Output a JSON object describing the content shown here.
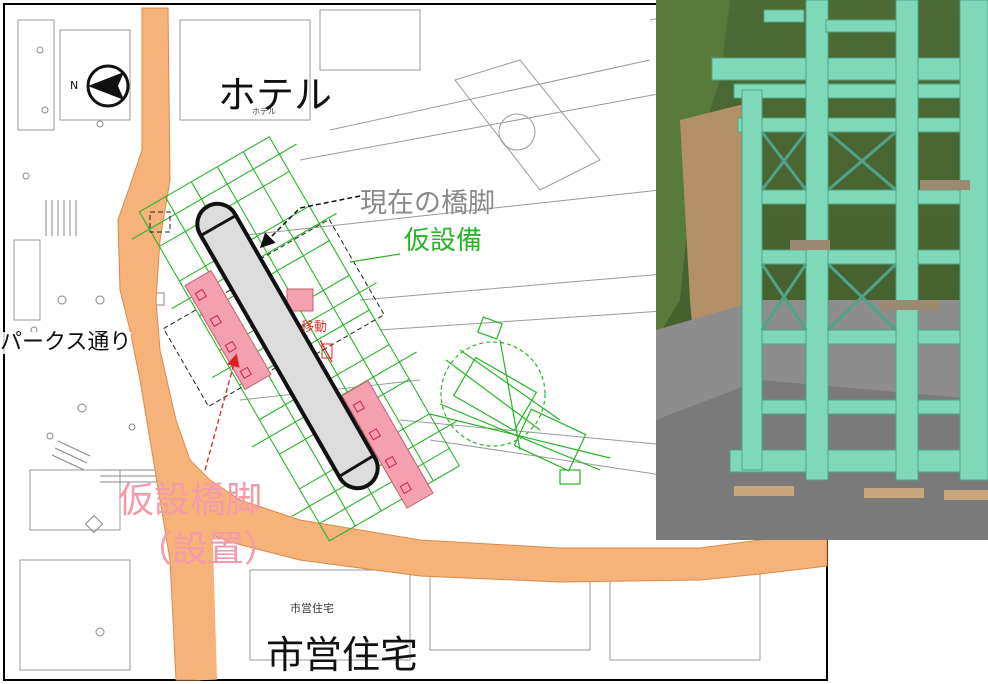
{
  "labels": {
    "hotel": "ホテル",
    "hotel_small": "ホテル",
    "current_pier": "現在の橋脚",
    "temporary_equipment": "仮設備",
    "road": "パークス通り",
    "move": "移動",
    "temporary_pier_line1": "仮設橋脚",
    "temporary_pier_line2": "（設置）",
    "housing_small": "市営住宅",
    "housing": "市営住宅",
    "north": "N"
  },
  "icons": {
    "compass": "north-arrow-compass-icon"
  },
  "colors": {
    "road": "#f5b37a",
    "temporary_equipment": "#27b527",
    "temporary_pier_fill": "#f4a0ae",
    "temporary_pier_label": "#f59aa8",
    "current_pier_fill": "#dcdcdc",
    "arrow_red": "#e02020",
    "scaffold_green": "#7fd8b8"
  }
}
